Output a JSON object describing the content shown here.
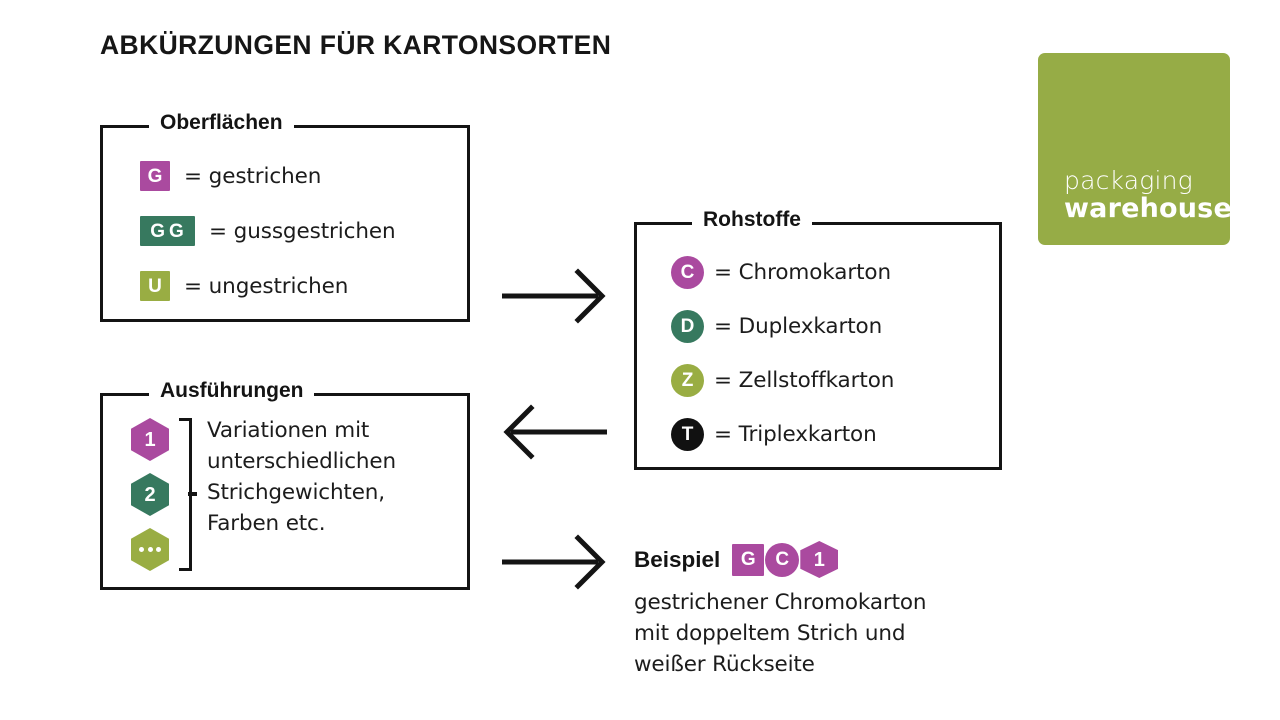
{
  "title": "ABKÜRZUNGEN FÜR KARTONSORTEN",
  "colors": {
    "purple": "#aa4a9f",
    "green_dark": "#37795f",
    "olive": "#99ad43",
    "black": "#111111",
    "logo_green": "#96ac46",
    "line": "#141414"
  },
  "surfaces": {
    "label": "Oberflächen",
    "items": [
      {
        "code": "G",
        "shape": "square",
        "color_key": "purple",
        "text": "= gestrichen"
      },
      {
        "code": "GG",
        "shape": "square-wide",
        "color_key": "green_dark",
        "text": "= gussgestrichen"
      },
      {
        "code": "U",
        "shape": "square",
        "color_key": "olive",
        "text": "= ungestrichen"
      }
    ]
  },
  "materials": {
    "label": "Rohstoffe",
    "items": [
      {
        "code": "C",
        "shape": "circle",
        "color_key": "purple",
        "text": "= Chromokarton"
      },
      {
        "code": "D",
        "shape": "circle",
        "color_key": "green_dark",
        "text": "= Duplexkarton"
      },
      {
        "code": "Z",
        "shape": "circle",
        "color_key": "olive",
        "text": "= Zellstoffkarton"
      },
      {
        "code": "T",
        "shape": "circle",
        "color_key": "black",
        "text": "= Triplexkarton"
      }
    ]
  },
  "variants": {
    "label": "Ausführungen",
    "items": [
      {
        "code": "1",
        "shape": "hexagon",
        "color_key": "purple"
      },
      {
        "code": "2",
        "shape": "hexagon",
        "color_key": "green_dark"
      },
      {
        "code": "...",
        "shape": "hexagon",
        "color_key": "olive"
      }
    ],
    "description": "Variationen mit\nunterschiedlichen\nStrichgewichten,\nFarben etc."
  },
  "example": {
    "lead": "Beispiel",
    "codes": [
      {
        "code": "G",
        "shape": "square",
        "color_key": "purple"
      },
      {
        "code": "C",
        "shape": "circle",
        "color_key": "purple"
      },
      {
        "code": "1",
        "shape": "hexagon",
        "color_key": "purple"
      }
    ],
    "description": "gestrichener Chromokarton\nmit doppeltem Strich und\nweißer Rückseite"
  },
  "arrows": [
    {
      "name": "arrow-surfaces-to-materials",
      "direction": "right"
    },
    {
      "name": "arrow-materials-to-variants",
      "direction": "left"
    },
    {
      "name": "arrow-variants-to-example",
      "direction": "right"
    }
  ],
  "logo": {
    "line1": "packaging",
    "line2": "warehouse"
  }
}
